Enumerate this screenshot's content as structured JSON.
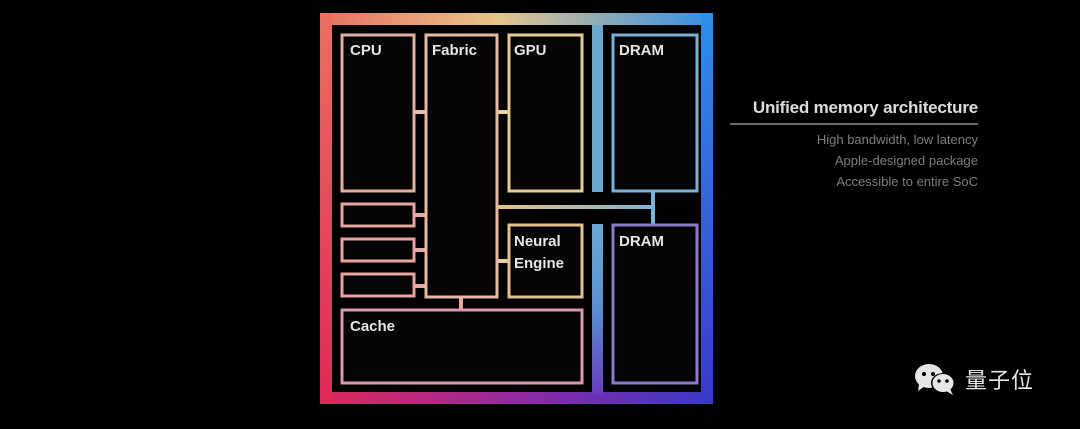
{
  "diagram": {
    "title": "Apple SoC unified memory diagram",
    "colors": {
      "frame_top_left": "#e8705f",
      "frame_top_right": "#2f8fe8",
      "frame_bottom_left": "#e0285a",
      "frame_bottom_right": "#3a3ac8",
      "background": "#000000",
      "label": "#e6e6e6"
    },
    "blocks": {
      "cpu": "CPU",
      "fabric": "Fabric",
      "gpu": "GPU",
      "dram_top": "DRAM",
      "neural_line1": "Neural",
      "neural_line2": "Engine",
      "dram_bottom": "DRAM",
      "cache": "Cache"
    }
  },
  "sidepanel": {
    "title": "Unified memory architecture",
    "items": [
      "High bandwidth, low latency",
      "Apple-designed package",
      "Accessible to entire SoC"
    ]
  },
  "watermark": {
    "icon": "wechat-icon",
    "text": "量子位"
  }
}
